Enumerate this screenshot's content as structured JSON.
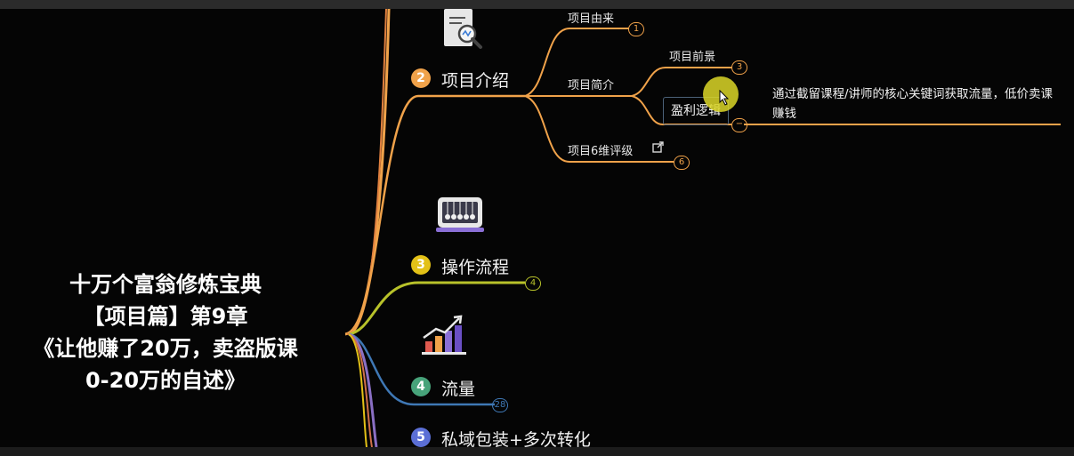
{
  "title_lines": [
    "十万个富翁修炼宝典",
    "【项目篇】第9章",
    "《让他赚了20万，卖盗版课",
    "0-20万的自述》"
  ],
  "topics": [
    {
      "number": "2",
      "label": "项目介绍",
      "icon": "document-search-icon",
      "color": "#f0a24a"
    },
    {
      "number": "3",
      "label": "操作流程",
      "icon": "newtons-cradle-icon",
      "color": "#e3c117",
      "count": "4"
    },
    {
      "number": "4",
      "label": "流量",
      "icon": "bar-chart-growth-icon",
      "color": "#47a37a",
      "count": "28"
    },
    {
      "number": "5",
      "label": "私域包装+多次转化",
      "color": "#5b6fd6"
    }
  ],
  "subtopics": [
    {
      "label": "项目由来",
      "count": "1"
    },
    {
      "label": "项目简介"
    },
    {
      "label": "项目前景",
      "count": "3"
    },
    {
      "label": "盈利逻辑",
      "collapse": "−"
    },
    {
      "label": "项目6维评级",
      "count": "6",
      "icon": "external-link-icon"
    }
  ],
  "note": "通过截留课程/讲师的核心关键词获取流量，低价卖课赚钱",
  "colors": {
    "background": "#050505",
    "branch_orange": "#f0a24a",
    "branch_yellow": "#b8c22a",
    "branch_blue": "#3f78b5",
    "branch_purple": "#6a5fc4",
    "cursor_highlight": "#dcd728"
  }
}
